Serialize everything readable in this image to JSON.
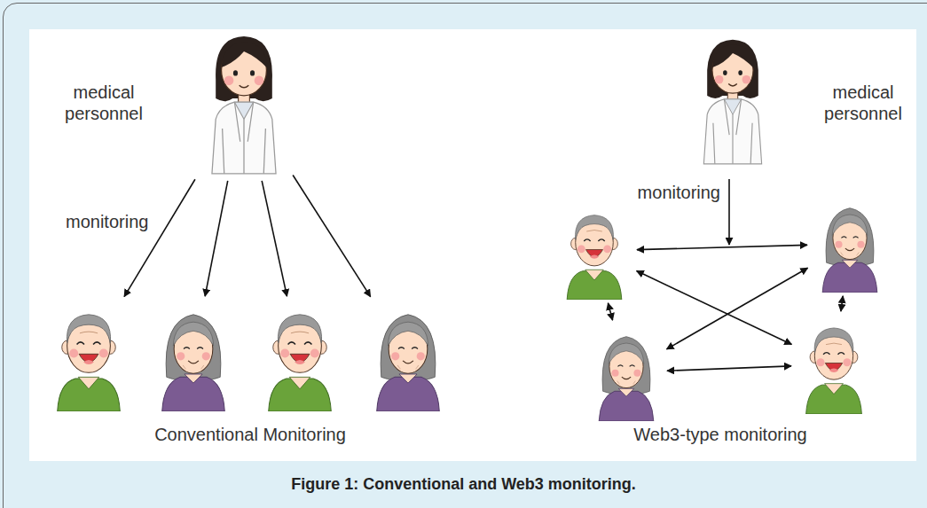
{
  "diagram": {
    "caption": "Figure 1: Conventional and Web3 monitoring.",
    "nodes": [
      {
        "text": [
          "medical personnel"
        ]
      },
      {
        "text": []
      },
      {
        "text": []
      },
      {
        "text": []
      },
      {
        "text": []
      },
      {
        "text": [
          "medical personnel"
        ]
      },
      {
        "text": []
      },
      {
        "text": []
      },
      {
        "text": []
      },
      {
        "text": []
      }
    ],
    "edges": [
      {
        "from": 0,
        "to": 1,
        "arrow": "to",
        "label": "monitoring"
      },
      {
        "from": 0,
        "to": 2,
        "arrow": "to"
      },
      {
        "from": 0,
        "to": 3,
        "arrow": "to"
      },
      {
        "from": 0,
        "to": 4,
        "arrow": "to"
      },
      {
        "from": 6,
        "to": 7,
        "arrow": "both"
      },
      {
        "from": 6,
        "to": 8,
        "arrow": "both"
      },
      {
        "from": 7,
        "to": 9,
        "arrow": "both"
      },
      {
        "from": 6,
        "to": 9,
        "arrow": "both"
      },
      {
        "from": 8,
        "to": 7,
        "arrow": "both"
      },
      {
        "from": 8,
        "to": 9,
        "arrow": "both"
      }
    ],
    "labels": [
      "monitoring",
      "Conventional Monitoring",
      "Web3-type monitoring"
    ]
  }
}
